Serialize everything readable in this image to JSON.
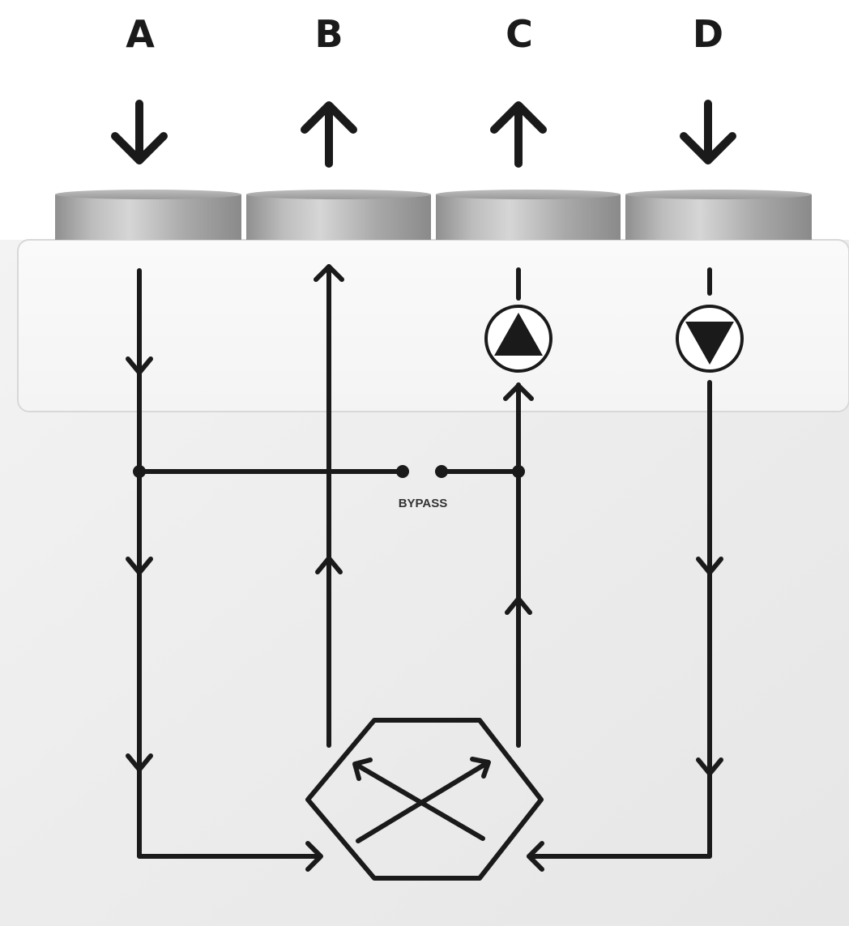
{
  "ports": [
    {
      "label": "A",
      "flow": "in"
    },
    {
      "label": "B",
      "flow": "out"
    },
    {
      "label": "C",
      "flow": "out"
    },
    {
      "label": "D",
      "flow": "in"
    }
  ],
  "bypass": {
    "label": "BYPASS"
  },
  "colors": {
    "line": "#1a1a1a",
    "housing": "#f2f2f2",
    "panel": "#f7f7f7"
  }
}
